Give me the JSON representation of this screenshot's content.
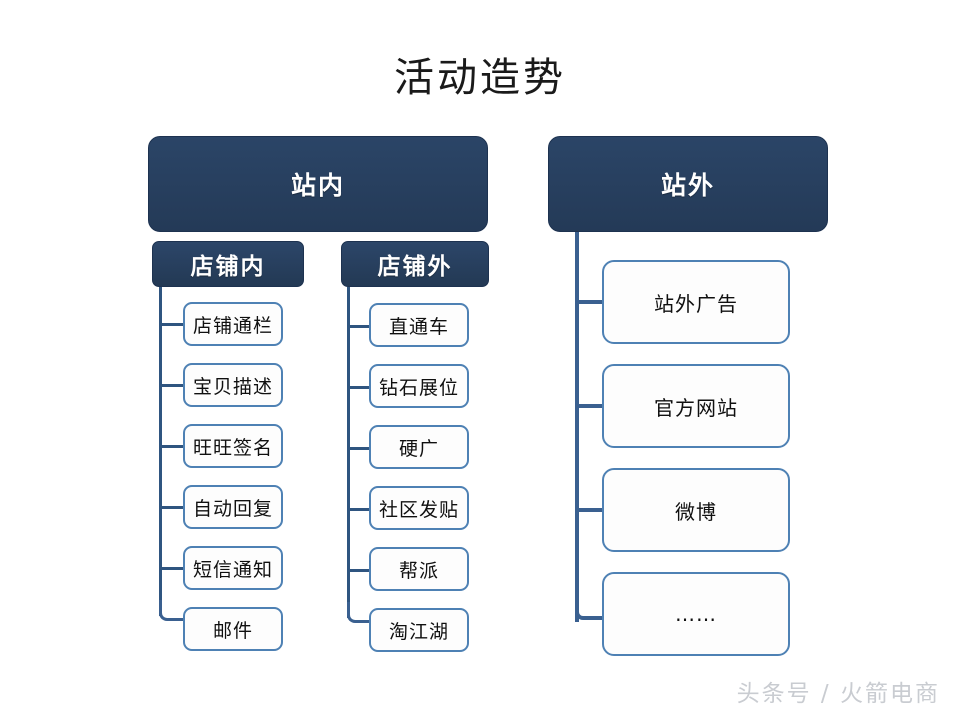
{
  "slide": {
    "title": "活动造势",
    "background_color": "#ffffff",
    "watermark": "头条号 / 火箭电商"
  },
  "colors": {
    "header_fill": "#27405f",
    "header_text": "#ffffff",
    "leaf_border": "#4e81b4",
    "leaf_fill": "#fdfdfd",
    "leaf_text": "#101010",
    "connector": "#3a6090",
    "title_text": "#1a1a1a",
    "watermark_text": "#c9ccd1"
  },
  "diagram": {
    "type": "tree",
    "branches": [
      {
        "id": "onsite",
        "label": "站内",
        "subgroups": [
          {
            "id": "in-shop",
            "label": "店铺内",
            "children": [
              {
                "label": "店铺通栏"
              },
              {
                "label": "宝贝描述"
              },
              {
                "label": "旺旺签名"
              },
              {
                "label": "自动回复"
              },
              {
                "label": "短信通知"
              },
              {
                "label": "邮件"
              }
            ]
          },
          {
            "id": "out-shop",
            "label": "店铺外",
            "children": [
              {
                "label": "直通车"
              },
              {
                "label": "钻石展位"
              },
              {
                "label": "硬广"
              },
              {
                "label": "社区发贴"
              },
              {
                "label": "帮派"
              },
              {
                "label": "淘江湖"
              }
            ]
          }
        ]
      },
      {
        "id": "offsite",
        "label": "站外",
        "subgroups": [],
        "children": [
          {
            "label": "站外广告"
          },
          {
            "label": "官方网站"
          },
          {
            "label": "微博"
          },
          {
            "label": "……"
          }
        ]
      }
    ]
  }
}
